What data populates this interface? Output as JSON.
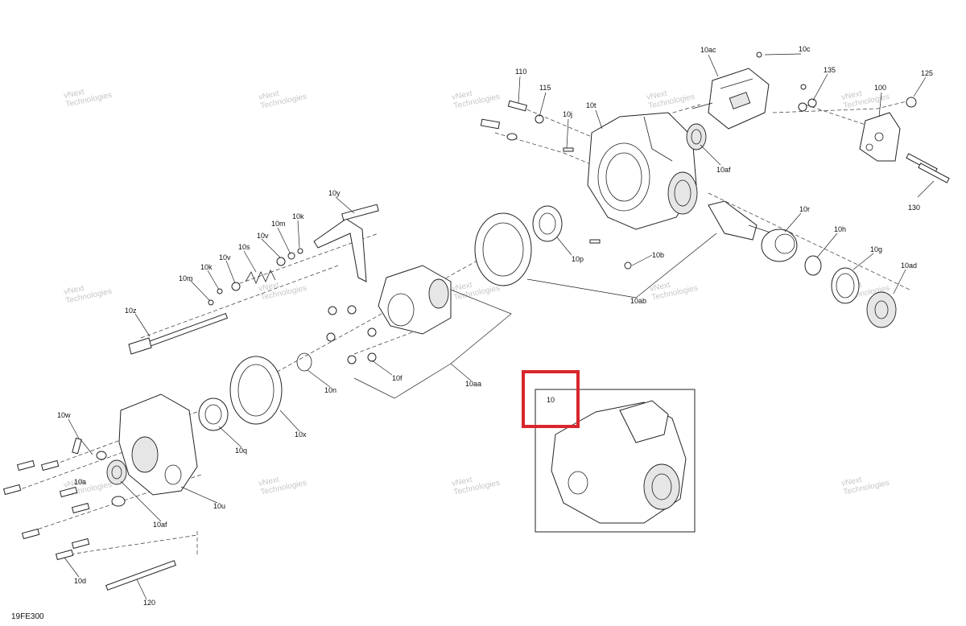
{
  "diagram_code": "19FE300",
  "watermark": {
    "line1": "vNext",
    "line2": "Technologies"
  },
  "callouts": [
    {
      "id": "110",
      "label": "110"
    },
    {
      "id": "115",
      "label": "115"
    },
    {
      "id": "10j",
      "label": "10j"
    },
    {
      "id": "10t",
      "label": "10t"
    },
    {
      "id": "10ac",
      "label": "10ac"
    },
    {
      "id": "10c",
      "label": "10c"
    },
    {
      "id": "135",
      "label": "135"
    },
    {
      "id": "100",
      "label": "100"
    },
    {
      "id": "125",
      "label": "125"
    },
    {
      "id": "10af-top",
      "label": "10af"
    },
    {
      "id": "130",
      "label": "130"
    },
    {
      "id": "10y",
      "label": "10y"
    },
    {
      "id": "10k-top",
      "label": "10k"
    },
    {
      "id": "10m-top",
      "label": "10m"
    },
    {
      "id": "10v-top",
      "label": "10v"
    },
    {
      "id": "10s",
      "label": "10s"
    },
    {
      "id": "10k",
      "label": "10k"
    },
    {
      "id": "10v",
      "label": "10v"
    },
    {
      "id": "10m",
      "label": "10m"
    },
    {
      "id": "10z",
      "label": "10z"
    },
    {
      "id": "10p",
      "label": "10p"
    },
    {
      "id": "10b",
      "label": "10b"
    },
    {
      "id": "10r",
      "label": "10r"
    },
    {
      "id": "10h",
      "label": "10h"
    },
    {
      "id": "10g",
      "label": "10g"
    },
    {
      "id": "10ad",
      "label": "10ad"
    },
    {
      "id": "10ab",
      "label": "10ab"
    },
    {
      "id": "10f",
      "label": "10f"
    },
    {
      "id": "10aa",
      "label": "10aa"
    },
    {
      "id": "10n",
      "label": "10n"
    },
    {
      "id": "10x",
      "label": "10x"
    },
    {
      "id": "10q",
      "label": "10q"
    },
    {
      "id": "10w",
      "label": "10w"
    },
    {
      "id": "10a",
      "label": "10a"
    },
    {
      "id": "10af-bottom",
      "label": "10af"
    },
    {
      "id": "10u",
      "label": "10u"
    },
    {
      "id": "10d",
      "label": "10d"
    },
    {
      "id": "120",
      "label": "120"
    },
    {
      "id": "10",
      "label": "10"
    }
  ],
  "highlight": {
    "color": "#d9262b"
  }
}
